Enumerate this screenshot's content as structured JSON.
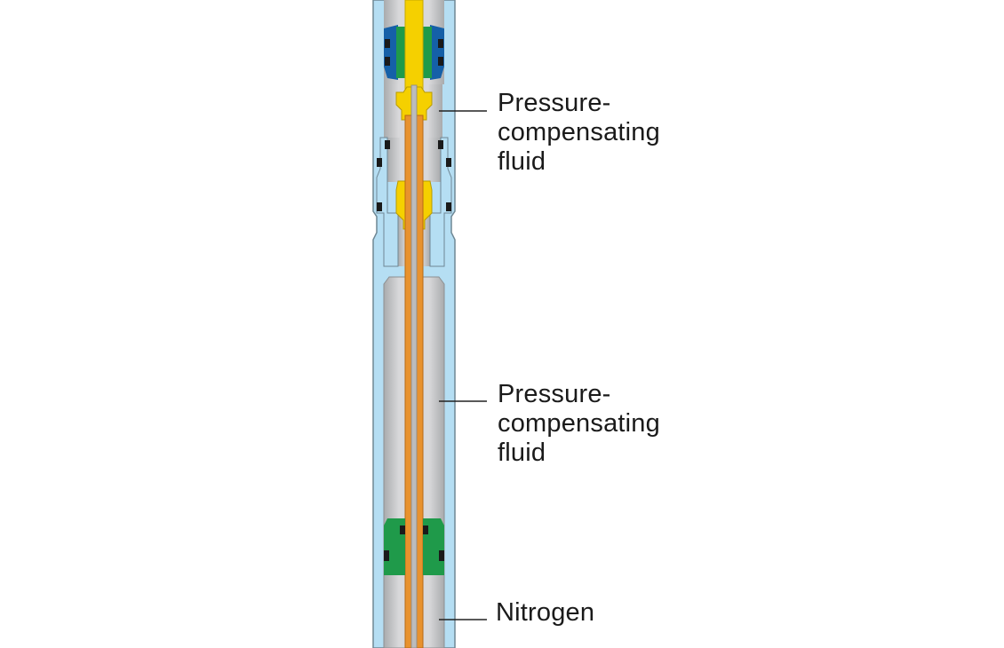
{
  "colors": {
    "outer_housing": "#b5def3",
    "housing_edge": "#7a8f9c",
    "chamber_fluid": "#d4d4d6",
    "chamber_shade": "#a9abad",
    "upper_seal": "#1560a8",
    "green_piston": "#1f9a4a",
    "yellow_rod": "#f5d000",
    "orange_tube": "#e8922e",
    "leader_line": "#222222",
    "label_text": "#1a1a1a"
  },
  "labels": {
    "upper_fluid": {
      "line1": "Pressure-",
      "line2": "compensating",
      "line3": "fluid"
    },
    "lower_fluid": {
      "line1": "Pressure-",
      "line2": "compensating",
      "line3": "fluid"
    },
    "nitrogen": {
      "text": "Nitrogen"
    }
  }
}
